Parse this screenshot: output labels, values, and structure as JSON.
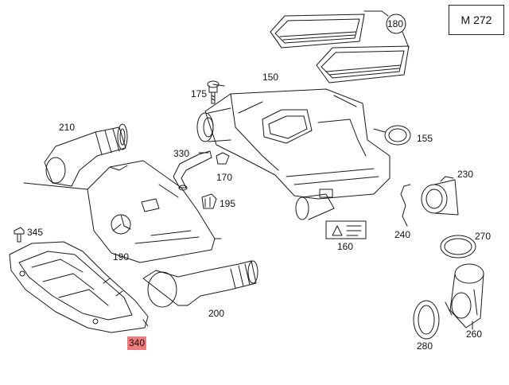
{
  "model_code": "M 272",
  "parts": [
    {
      "id": "p180",
      "label": "180"
    },
    {
      "id": "p150",
      "label": "150"
    },
    {
      "id": "p175",
      "label": "175"
    },
    {
      "id": "p210",
      "label": "210"
    },
    {
      "id": "p155",
      "label": "155"
    },
    {
      "id": "p330",
      "label": "330"
    },
    {
      "id": "p170",
      "label": "170"
    },
    {
      "id": "p230",
      "label": "230"
    },
    {
      "id": "p195",
      "label": "195"
    },
    {
      "id": "p345",
      "label": "345"
    },
    {
      "id": "p240",
      "label": "240"
    },
    {
      "id": "p270",
      "label": "270"
    },
    {
      "id": "p190",
      "label": "190"
    },
    {
      "id": "p160",
      "label": "160"
    },
    {
      "id": "p200",
      "label": "200"
    },
    {
      "id": "p340",
      "label": "340",
      "highlighted": true
    },
    {
      "id": "p280",
      "label": "280"
    },
    {
      "id": "p260",
      "label": "260"
    }
  ],
  "colors": {
    "line": "#1a1a1a",
    "highlight": "#f07b7b",
    "background": "#ffffff"
  }
}
